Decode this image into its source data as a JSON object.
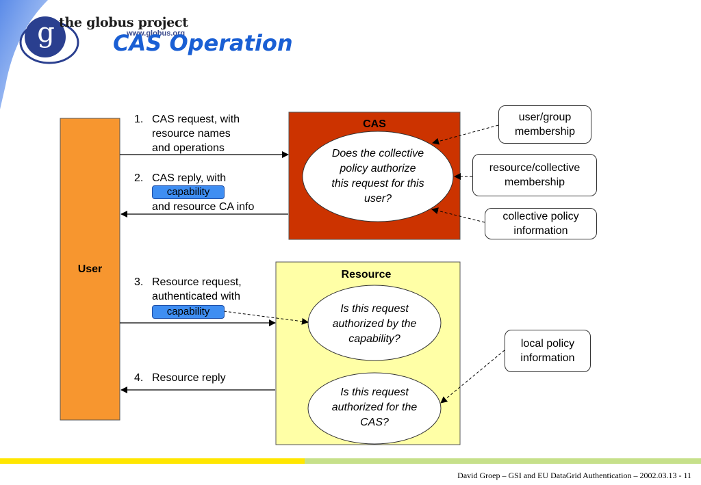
{
  "header": {
    "logo_letter": "g",
    "logo_text": "the globus project",
    "logo_url": "www.globus.org",
    "title": "CAS Operation"
  },
  "boxes": {
    "user_label": "User",
    "cas_label": "CAS",
    "resource_label": "Resource"
  },
  "steps": [
    {
      "num": "1.",
      "lines": [
        "CAS request, with",
        "resource names",
        "and operations"
      ]
    },
    {
      "num": "2.",
      "lines": [
        "CAS reply, with",
        "and resource CA info"
      ],
      "pill": "capability"
    },
    {
      "num": "3.",
      "lines": [
        "Resource request,",
        "authenticated with"
      ],
      "pill": "capability"
    },
    {
      "num": "4.",
      "lines": [
        "Resource reply"
      ]
    }
  ],
  "ovals": {
    "cas_question": "Does the collective policy authorize this request for this user?",
    "resource_question_1": "Is this request authorized by the capability?",
    "resource_question_2": "Is this request authorized for the CAS?"
  },
  "info_boxes": {
    "user_group": "user/group membership",
    "resource_collective": "resource/collective membership",
    "collective_policy": "collective policy information",
    "local_policy": "local policy information"
  },
  "footer": {
    "text": "David Groep – GSI and EU DataGrid Authentication  – 2002.03.13  -  11"
  },
  "colors": {
    "user_box": "#f7962f",
    "cas_box": "#cc3300",
    "resource_box": "#ffffa6",
    "title": "#1a5fd4",
    "capability_pill": "#3f8ef2",
    "footer_bar_yellow": "#ffe600",
    "footer_bar_green": "#c6e08a"
  }
}
